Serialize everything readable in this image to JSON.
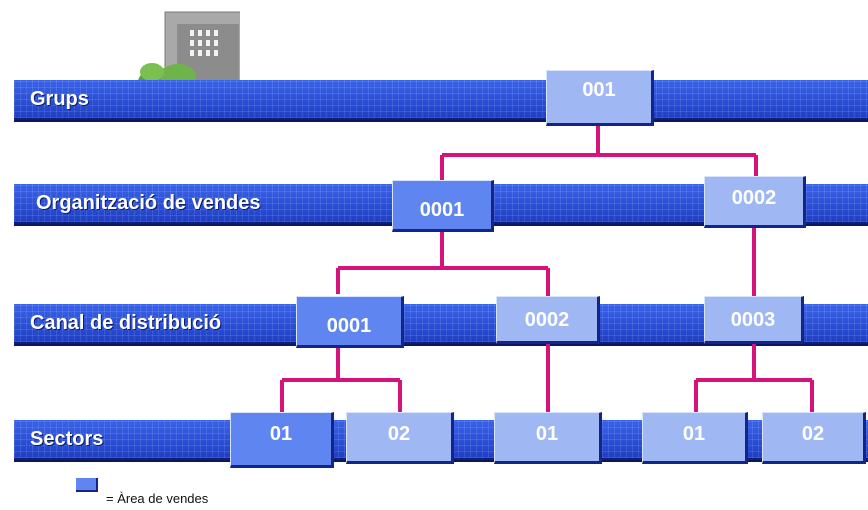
{
  "levels": {
    "grups": "Grups",
    "organitzacio": "Organització de vendes",
    "canal": "Canal de distribució",
    "sectors": "Sectors"
  },
  "nodes": {
    "grup_001": "001",
    "org_0001": "0001",
    "org_0002": "0002",
    "canal_0001": "0001",
    "canal_0002": "0002",
    "canal_0003": "0003",
    "sector_a": "01",
    "sector_b": "02",
    "sector_c": "01",
    "sector_d": "01",
    "sector_e": "02"
  },
  "legend": {
    "text": "= Àrea de vendes"
  },
  "colors": {
    "band": "#2a4fd6",
    "sales_area": "#5f86f0",
    "node_light": "#9fb8f4",
    "connector": "#d4147c"
  },
  "icons": [
    "building-tree-icon"
  ]
}
